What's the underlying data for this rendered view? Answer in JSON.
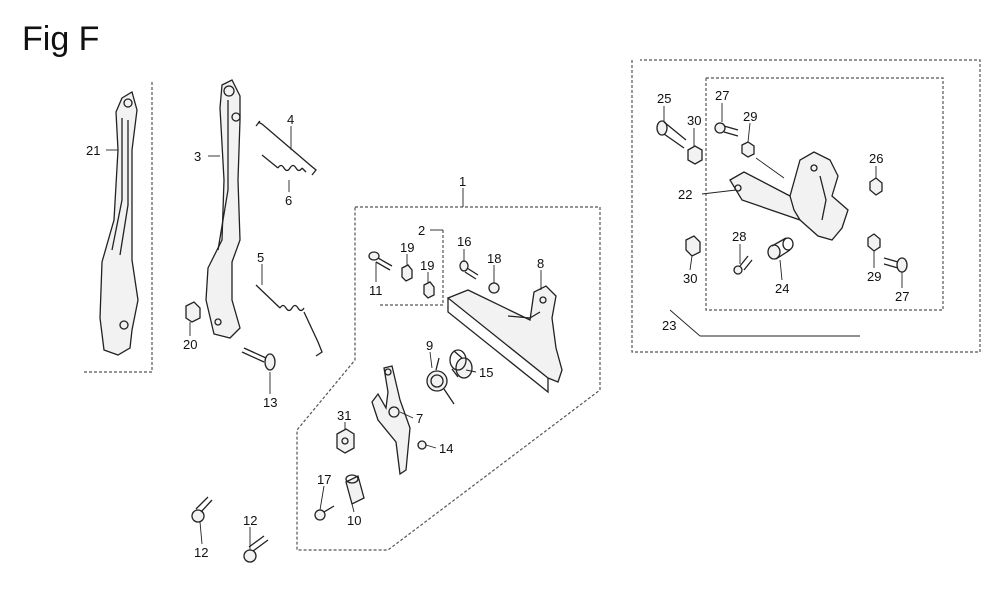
{
  "figure": {
    "title": "Fig F"
  },
  "callouts": [
    "21",
    "3",
    "4",
    "6",
    "5",
    "20",
    "13",
    "1",
    "2",
    "16",
    "18",
    "8",
    "19",
    "19",
    "11",
    "9",
    "15",
    "7",
    "31",
    "14",
    "17",
    "10",
    "12",
    "12",
    "25",
    "27",
    "30",
    "29",
    "26",
    "22",
    "28",
    "30",
    "24",
    "29",
    "27",
    "23"
  ]
}
